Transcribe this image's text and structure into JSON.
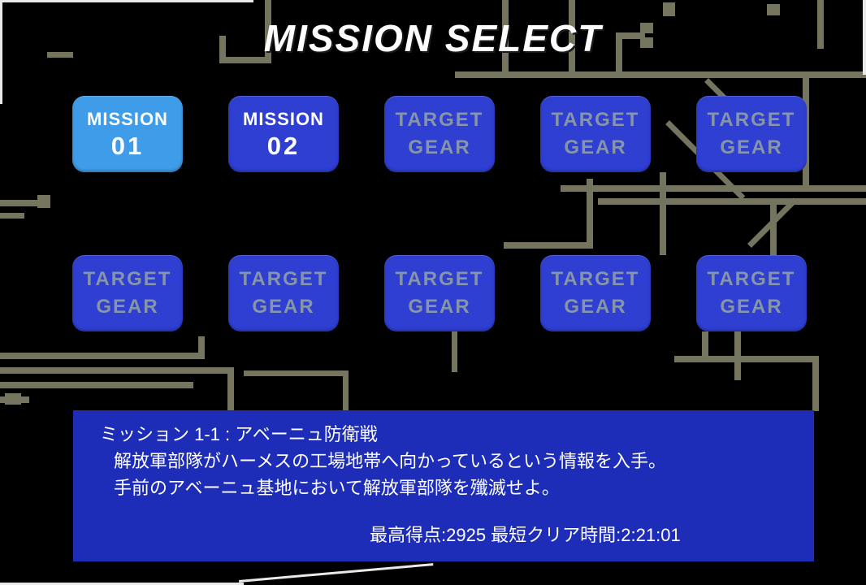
{
  "screen": {
    "title": "MISSION SELECT"
  },
  "buttons": [
    {
      "line1": "MISSION",
      "line2": "01",
      "state": "selected"
    },
    {
      "line1": "MISSION",
      "line2": "02",
      "state": "available"
    },
    {
      "line1": "TARGET",
      "line2": "GEAR",
      "state": "locked"
    },
    {
      "line1": "TARGET",
      "line2": "GEAR",
      "state": "locked"
    },
    {
      "line1": "TARGET",
      "line2": "GEAR",
      "state": "locked"
    },
    {
      "line1": "TARGET",
      "line2": "GEAR",
      "state": "locked"
    },
    {
      "line1": "TARGET",
      "line2": "GEAR",
      "state": "locked"
    },
    {
      "line1": "TARGET",
      "line2": "GEAR",
      "state": "locked"
    },
    {
      "line1": "TARGET",
      "line2": "GEAR",
      "state": "locked"
    },
    {
      "line1": "TARGET",
      "line2": "GEAR",
      "state": "locked"
    }
  ],
  "info_panel": {
    "mission_title": "ミッション 1-1 : アベーニュ防衛戦",
    "description_line1": "解放軍部隊がハーメスの工場地帯へ向かっているという情報を入手。",
    "description_line2": "手前のアベーニュ基地において解放軍部隊を殲滅せよ。",
    "best_score_line": "最高得点:2925 最短クリア時間:2:21:01"
  },
  "colors": {
    "button_blue": "#2e3fd2",
    "selected_blue": "#3f9ce8",
    "locked_text": "#8795aa",
    "panel_blue": "#1e2db8",
    "trace_olive": "#75755f",
    "text_white": "#ffffff"
  }
}
